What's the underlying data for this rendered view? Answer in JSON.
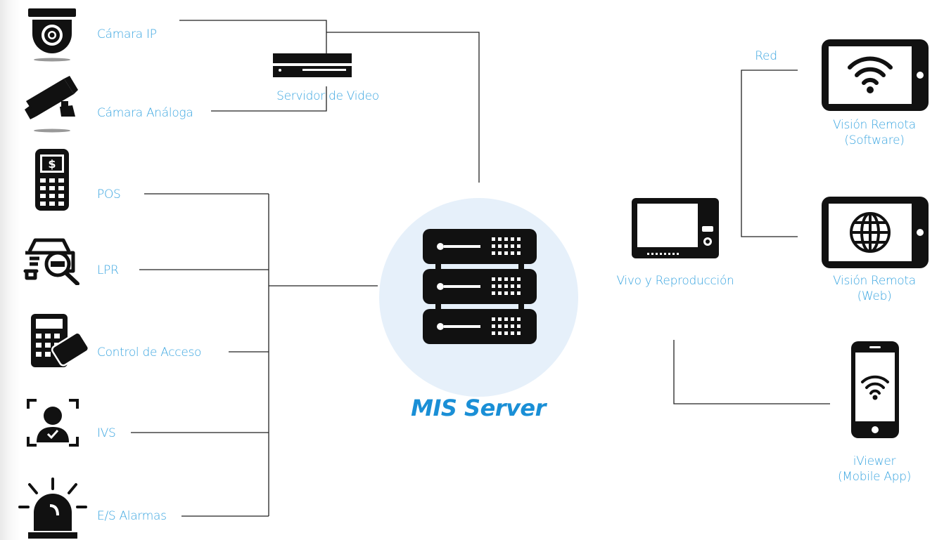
{
  "diagram": {
    "title": "MIS Server",
    "colors": {
      "accent": "#1a8fd6",
      "label": "#3aa5e0",
      "circle": "#e6f0fa",
      "icon": "#111111",
      "wire": "#222222"
    },
    "sources": [
      {
        "id": "ip-camera",
        "label": "Cámara IP",
        "icon": "dome-camera-icon"
      },
      {
        "id": "analog-camera",
        "label": "Cámara Análoga",
        "icon": "bullet-camera-icon"
      },
      {
        "id": "pos",
        "label": "POS",
        "icon": "pos-terminal-icon"
      },
      {
        "id": "lpr",
        "label": "LPR",
        "icon": "car-search-icon"
      },
      {
        "id": "access-control",
        "label": "Control de Acceso",
        "icon": "keypad-card-icon"
      },
      {
        "id": "ivs",
        "label": "IVS",
        "icon": "face-recognition-icon"
      },
      {
        "id": "alarms",
        "label": "E/S Alarmas",
        "icon": "alarm-siren-icon"
      }
    ],
    "video_server": {
      "label": "Servidor de Video",
      "icon": "nvr-icon"
    },
    "center": {
      "icon": "server-rack-icon"
    },
    "monitor": {
      "label": "Vivo y Reproducción",
      "icon": "monitor-icon"
    },
    "network_label": "Red",
    "clients": [
      {
        "id": "remote-software",
        "line1": "Visión Remota",
        "line2": "(Software)",
        "icon": "tablet-wifi-icon"
      },
      {
        "id": "remote-web",
        "line1": "Visión Remota",
        "line2": "(Web)",
        "icon": "tablet-globe-icon"
      },
      {
        "id": "mobile",
        "line1": "iViewer",
        "line2": "(Mobile App)",
        "icon": "phone-wifi-icon"
      }
    ]
  }
}
